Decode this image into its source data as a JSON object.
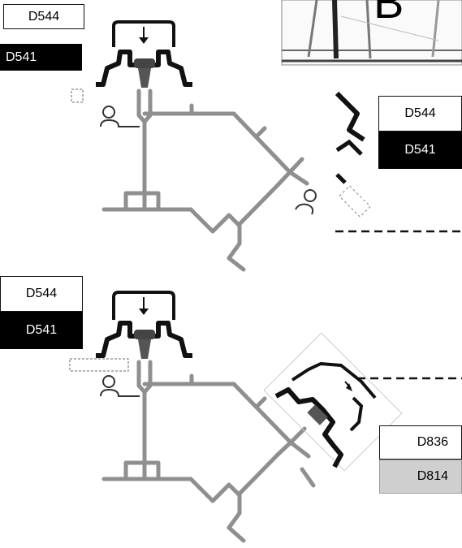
{
  "top_panel": {
    "labels": {
      "outer": "D544",
      "inner": "D541"
    }
  },
  "detail_panel": {
    "labels": {
      "outer": "D544",
      "inner": "D541"
    },
    "photo_letter": "B"
  },
  "bottom_panel": {
    "labels_left": {
      "outer": "D544",
      "inner": "D541"
    },
    "labels_right": {
      "outer": "D836",
      "inner": "D814"
    }
  },
  "colors": {
    "profile_grey": "#8f8f8f",
    "gasket_black": "#111111",
    "label_grey_fill": "#cfcfcf"
  }
}
